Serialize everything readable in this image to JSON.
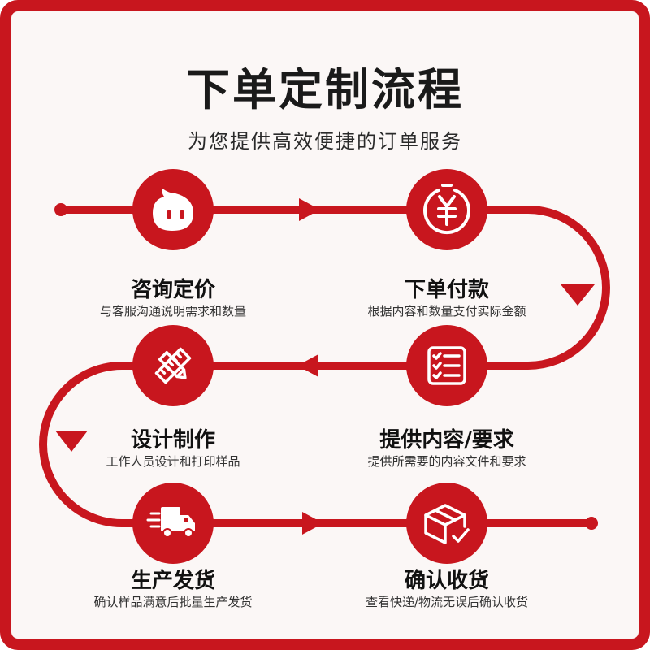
{
  "header": {
    "title": "下单定制流程",
    "subtitle": "为您提供高效便捷的订单服务"
  },
  "colors": {
    "brand_red": "#c8161e",
    "background": "#fbf7f6",
    "text": "#111111"
  },
  "steps": [
    {
      "title": "咨询定价",
      "desc": "与客服沟通说明需求和数量",
      "icon": "chat-bubble-icon"
    },
    {
      "title": "下单付款",
      "desc": "根据内容和数量支付实际金额",
      "icon": "yuan-coin-icon"
    },
    {
      "title": "提供内容/要求",
      "desc": "提供所需要的内容文件和要求",
      "icon": "checklist-icon"
    },
    {
      "title": "设计制作",
      "desc": "工作人员设计和打印样品",
      "icon": "pencil-ruler-icon"
    },
    {
      "title": "生产发货",
      "desc": "确认样品满意后批量生产发货",
      "icon": "delivery-truck-icon"
    },
    {
      "title": "确认收货",
      "desc": "查看快递/物流无误后确认收货",
      "icon": "package-box-icon"
    }
  ]
}
